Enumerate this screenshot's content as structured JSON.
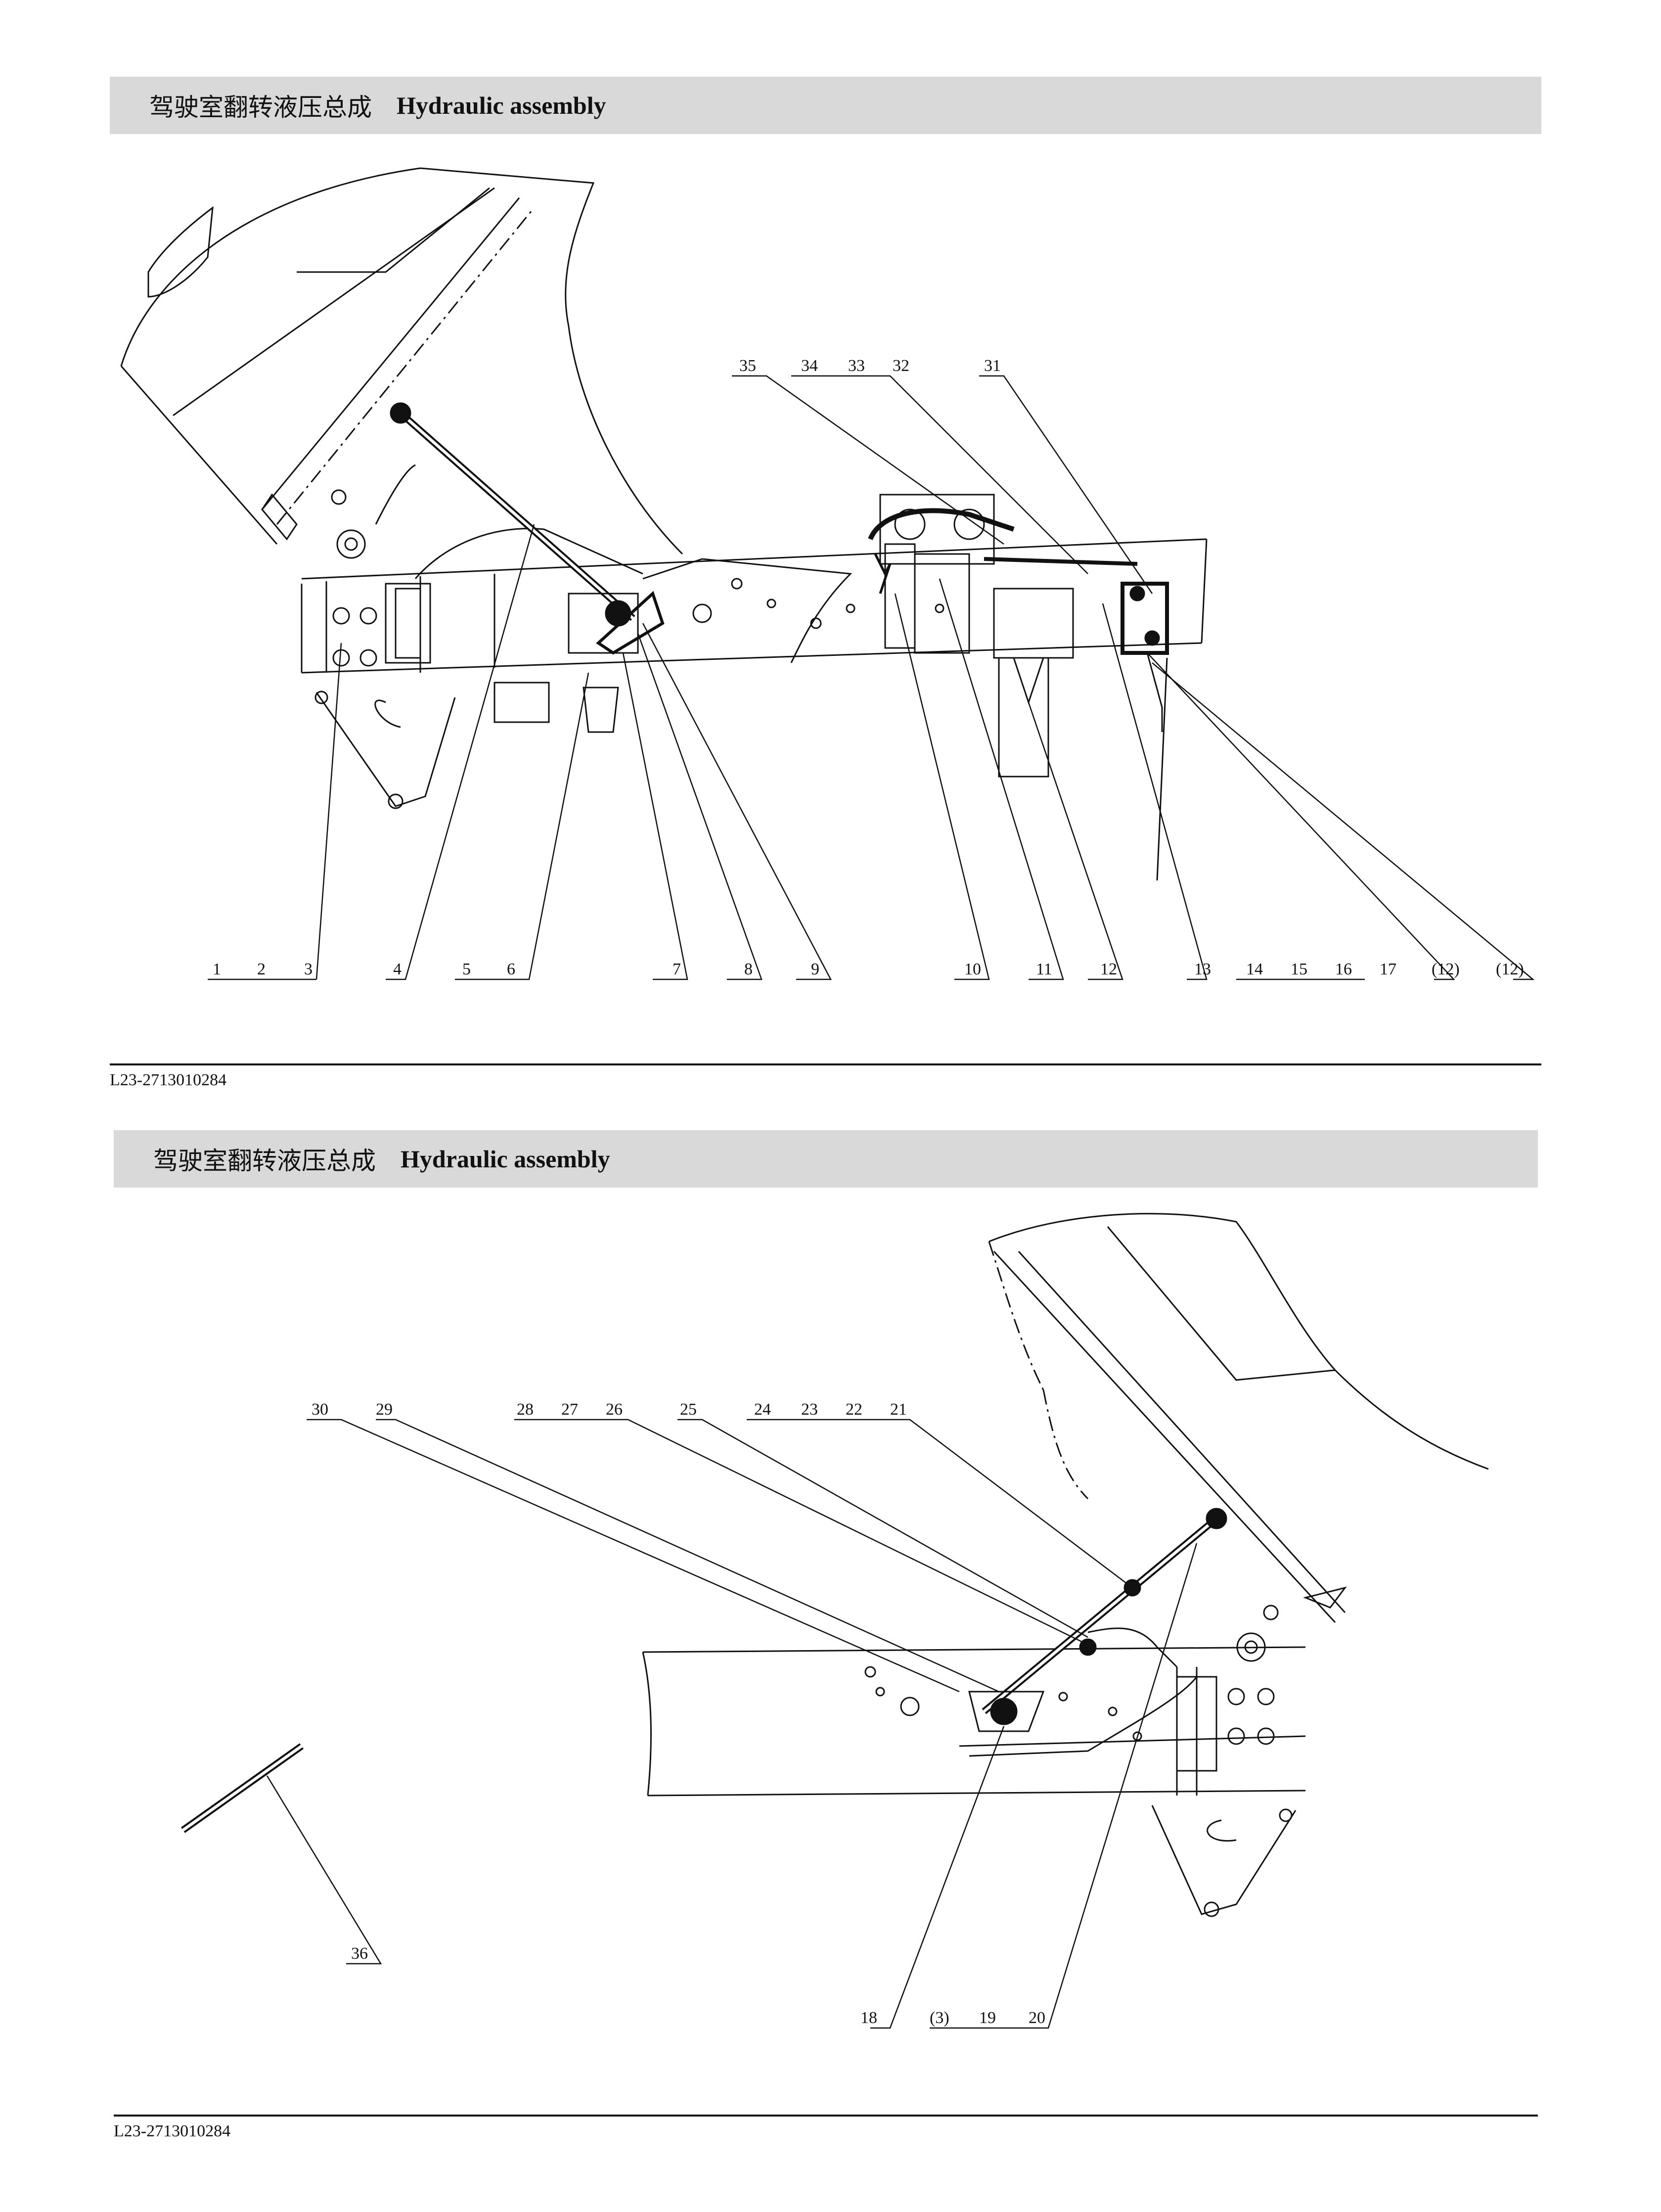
{
  "sheet1": {
    "title_cn": "驾驶室翻转液压总成",
    "title_en": "Hydraulic assembly",
    "part_number": "L23-2713010284",
    "callouts": [
      "1",
      "2",
      "3",
      "4",
      "5",
      "6",
      "7",
      "8",
      "9",
      "10",
      "11",
      "12",
      "13",
      "14",
      "15",
      "16",
      "17",
      "(12)",
      "(12)",
      "31",
      "32",
      "33",
      "34",
      "35"
    ]
  },
  "sheet2": {
    "title_cn": "驾驶室翻转液压总成",
    "title_en": "Hydraulic assembly",
    "part_number": "L23-2713010284",
    "callouts": [
      "18",
      "(3)",
      "19",
      "20",
      "21",
      "22",
      "23",
      "24",
      "25",
      "26",
      "27",
      "28",
      "29",
      "30",
      "36"
    ]
  },
  "colors": {
    "title_bar": "#d9d9da",
    "line": "#111111",
    "background": "#ffffff"
  }
}
